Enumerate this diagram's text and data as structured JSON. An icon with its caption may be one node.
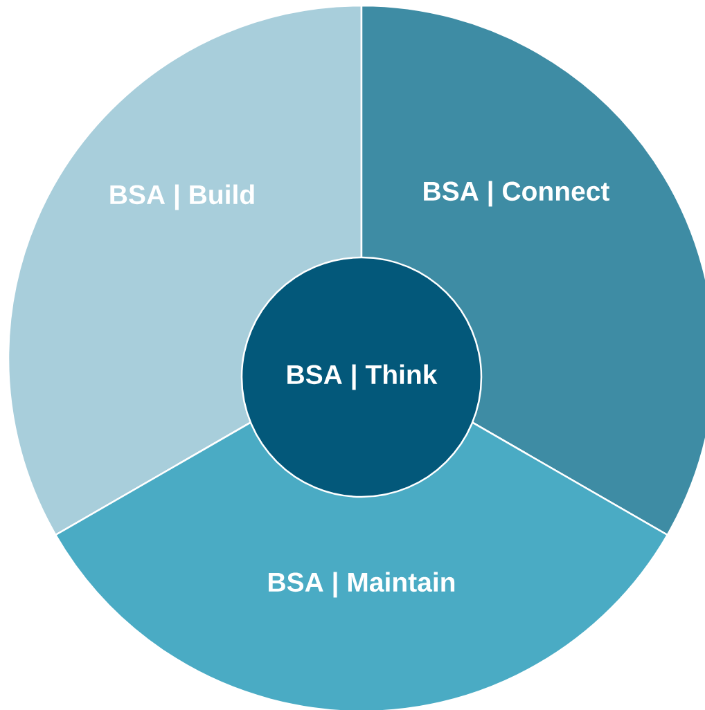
{
  "diagram": {
    "nodes": [
      {
        "text": [
          "BSA | Build"
        ]
      },
      {
        "text": [
          "BSA | Connect"
        ]
      },
      {
        "text": [
          "BSA | Maintain"
        ]
      },
      {
        "text": [
          "BSA | Think"
        ]
      }
    ]
  }
}
